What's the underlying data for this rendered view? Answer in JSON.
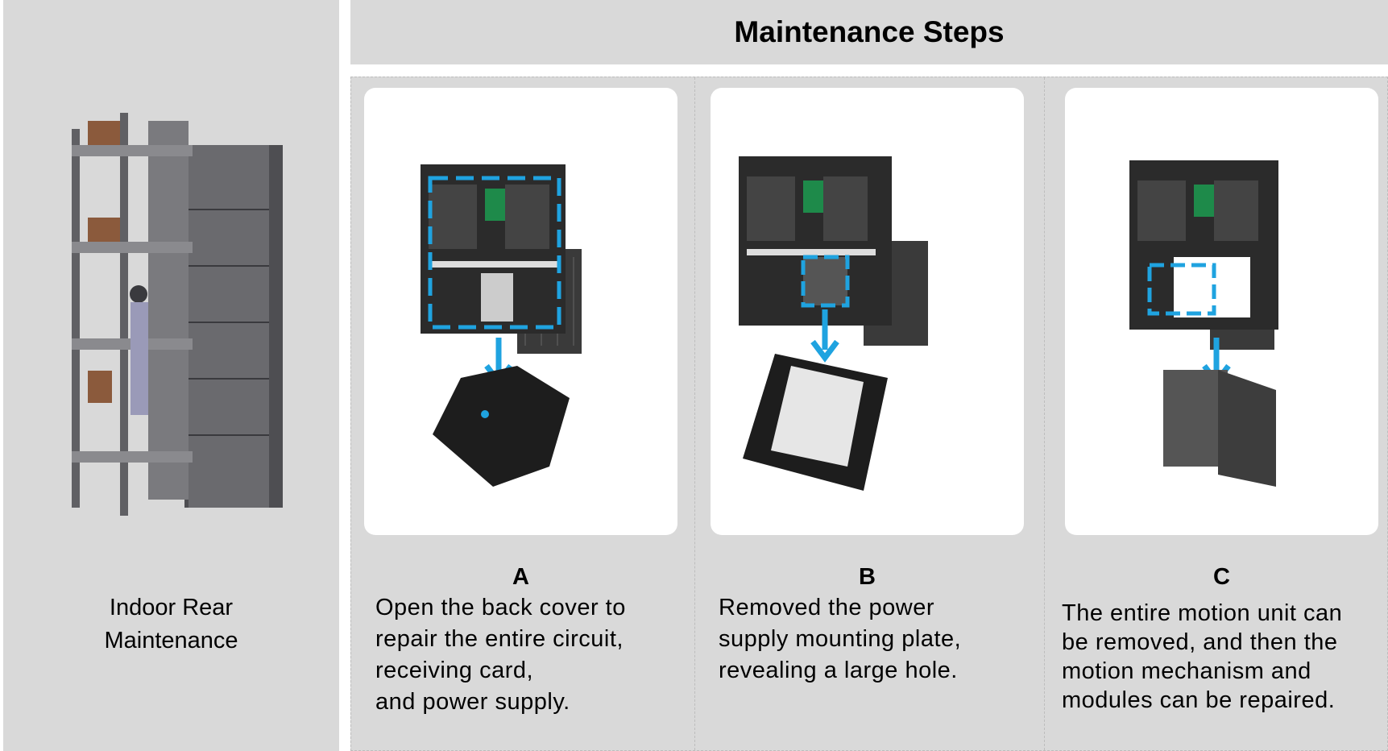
{
  "left_panel": {
    "caption_line1": "Indoor Rear",
    "caption_line2": "Maintenance"
  },
  "header": {
    "title": "Maintenance Steps"
  },
  "steps": [
    {
      "letter": "A",
      "lines": [
        "Open the back cover to",
        "repair the entire circuit,",
        "receiving card,",
        "and power supply."
      ]
    },
    {
      "letter": "B",
      "lines": [
        "Removed the power",
        "supply mounting plate,",
        "revealing a large hole."
      ]
    },
    {
      "letter": "C",
      "lines": [
        "The entire motion unit can",
        "be removed, and then the",
        "motion mechanism and",
        "modules can be repaired."
      ]
    }
  ],
  "colors": {
    "panel": "#d9d9d9",
    "arrow": "#1fa3e0"
  }
}
